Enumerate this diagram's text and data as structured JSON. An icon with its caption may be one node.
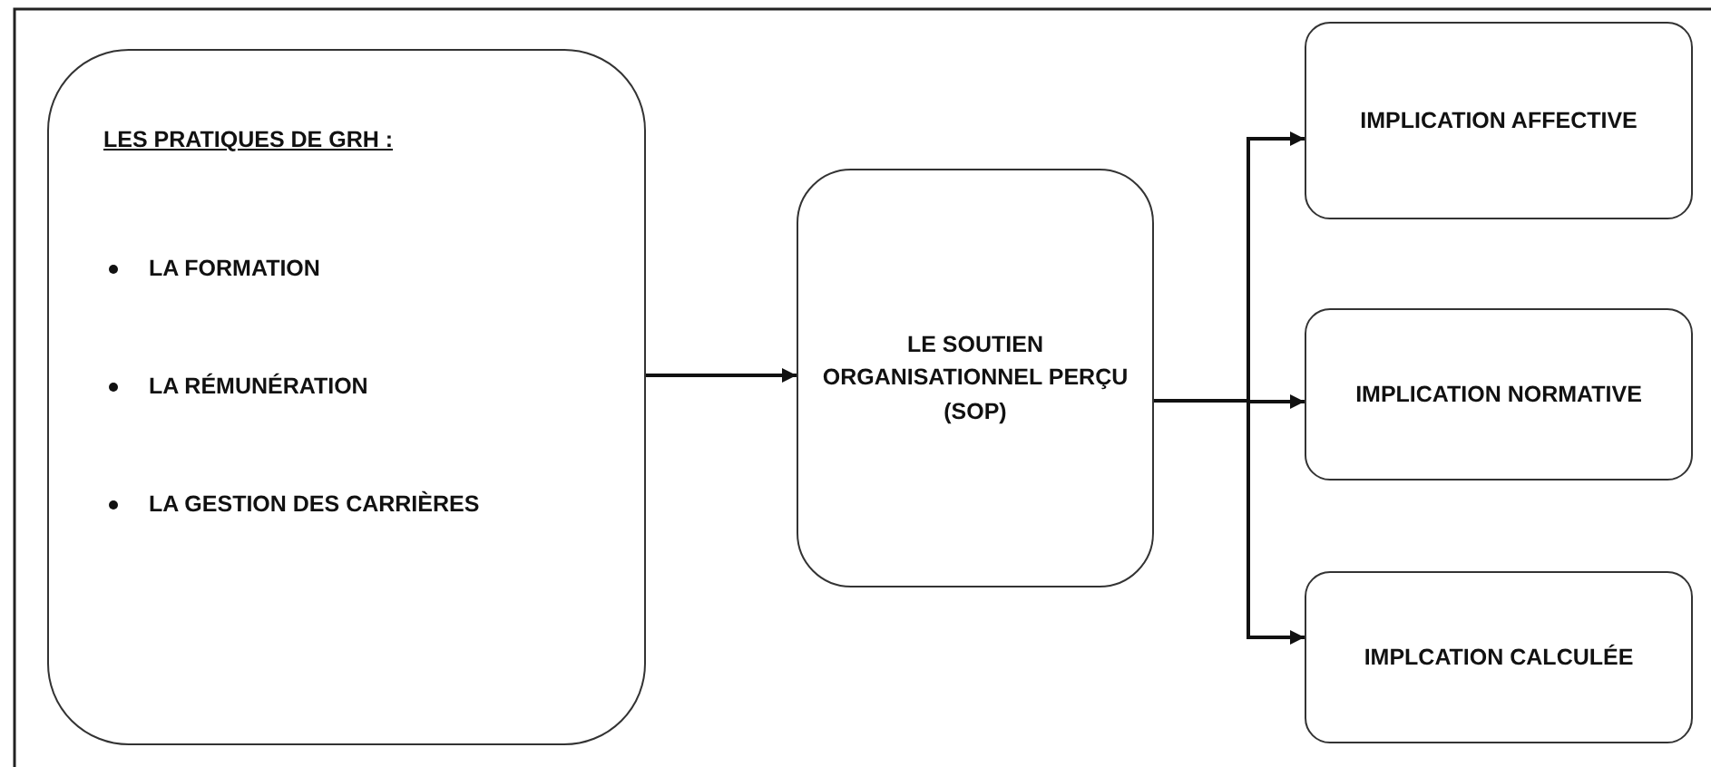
{
  "diagram": {
    "nodes": [
      {
        "text": [
          "LES PRATIQUES DE GRH :",
          "LA FORMATION",
          "LA RÉMUNÉRATION",
          "LA GESTION DES CARRIÈRES"
        ]
      },
      {
        "text": [
          "LE SOUTIEN ORGANISATIONNEL PERÇU (SOP)"
        ]
      },
      {
        "text": [
          "IMPLICATION AFFECTIVE"
        ]
      },
      {
        "text": [
          "IMPLICATION NORMATIVE"
        ]
      },
      {
        "text": [
          "IMPLCATION CALCULÉE"
        ]
      }
    ],
    "edges": [
      {
        "from": 0,
        "to": 1,
        "arrow": "to"
      },
      {
        "from": 1,
        "to": 2,
        "arrow": "to"
      },
      {
        "from": 1,
        "to": 3,
        "arrow": "to"
      },
      {
        "from": 1,
        "to": 4,
        "arrow": "to"
      }
    ]
  }
}
